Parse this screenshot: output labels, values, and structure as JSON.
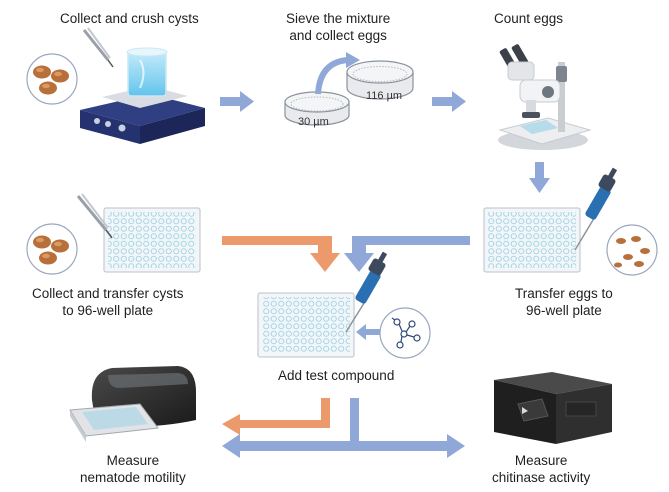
{
  "steps": {
    "collect_crush": {
      "line1": "Collect and crush cysts"
    },
    "sieve": {
      "line1": "Sieve the mixture",
      "line2": "and collect eggs"
    },
    "count": {
      "line1": "Count eggs"
    },
    "collect_transfer": {
      "line1": "Collect and transfer cysts",
      "line2": "to 96-well plate"
    },
    "transfer_eggs": {
      "line1": "Transfer eggs to",
      "line2": "96-well plate"
    },
    "add_compound": {
      "line1": "Add test compound"
    },
    "motility": {
      "line1": "Measure",
      "line2": "nematode motility"
    },
    "chitinase": {
      "line1": "Measure",
      "line2": "chitinase activity"
    }
  },
  "sieves": {
    "small": "30 µm",
    "large": "116 µm"
  },
  "colors": {
    "blue_arrow": "#8fa8d8",
    "orange_arrow": "#ec9a6b",
    "cyst": "#b8703a",
    "plate_well": "#9fd3e6",
    "dark_device": "#2b2b2b"
  }
}
